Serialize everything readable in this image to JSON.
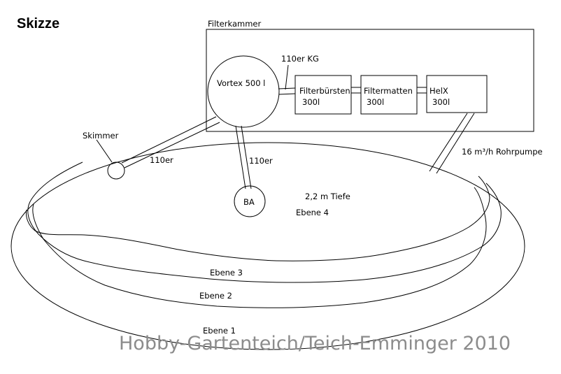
{
  "title": "Skizze",
  "filter_chamber": "Filterkammer",
  "pipe_kg": "110er KG",
  "vortex": "Vortex 500 l",
  "filters": [
    {
      "name": "Filterbürsten",
      "volume": "300l"
    },
    {
      "name": "Filtermatten",
      "volume": "300l"
    },
    {
      "name": "HelX",
      "volume": "300l"
    }
  ],
  "skimmer": "Skimmer",
  "pipe_skimmer": "110er",
  "pipe_ba": "110er",
  "bottom_drain": "BA",
  "pump": "16 m³/h Rohrpumpe",
  "depth": "2,2 m  Tiefe",
  "levels": [
    "Ebene 4",
    "Ebene 3",
    "Ebene 2",
    "Ebene 1"
  ],
  "watermark": "Hobby-Gartenteich/Teich-Emminger 2010",
  "colors": {
    "line": "#000000",
    "watermark": "#8c8c8c",
    "background": "#ffffff"
  }
}
